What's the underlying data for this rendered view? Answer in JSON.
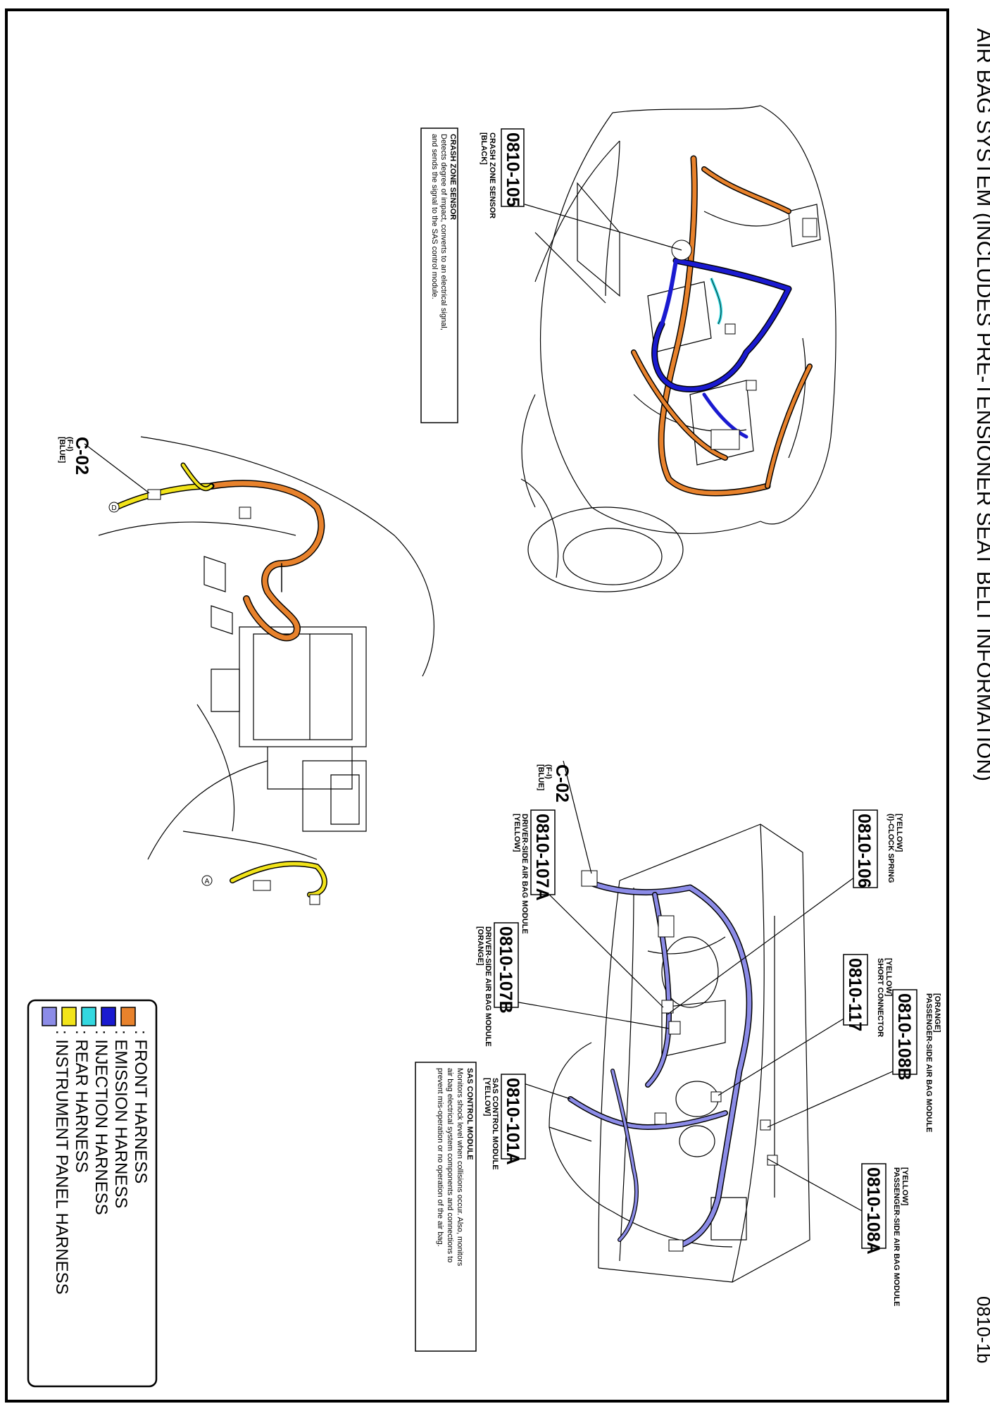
{
  "page": {
    "title": "AIR BAG SYSTEM (INCLUDES PRE-TENSIONER SEAT BELT INFORMATION)",
    "page_number": "0810-1b"
  },
  "colors": {
    "front_harness": "#e8822c",
    "emission_harness": "#1a1ad0",
    "injection_harness": "#33d8e0",
    "rear_harness": "#f2e41a",
    "instrument_panel_harness": "#8c8ce8",
    "line": "#000000"
  },
  "legend": [
    {
      "label": ": FRONT HARNESS",
      "color": "#e8822c"
    },
    {
      "label": ": EMISSION HARNESS",
      "color": "#1a1ad0"
    },
    {
      "label": ": INJECTION HARNESS",
      "color": "#33d8e0"
    },
    {
      "label": ": REAR HARNESS",
      "color": "#f2e41a"
    },
    {
      "label": ": INSTRUMENT PANEL HARNESS",
      "color": "#8c8ce8"
    }
  ],
  "callouts": {
    "c105": {
      "code": "0810-105",
      "name": "CRASH ZONE SENSOR",
      "color": "[BLACK]"
    },
    "c02a": {
      "code": "C-02",
      "sub": "(F-I)",
      "color": "[BLUE]"
    },
    "c02b": {
      "code": "C-02",
      "sub": "(F-I)",
      "color": "[BLUE]"
    },
    "c106": {
      "code": "0810-106",
      "name": "(I)-CLOCK SPRING",
      "color": "[YELLOW]"
    },
    "c107a": {
      "code": "0810-107A",
      "name": "DRIVER-SIDE AIR BAG MODULE",
      "color": "[YELLOW]"
    },
    "c107b": {
      "code": "0810-107B",
      "name": "DRIVER-SIDE AIR BAG MODULE",
      "color": "[ORANGE]"
    },
    "c117": {
      "code": "0810-117",
      "name": "SHORT CONNECTOR",
      "color": "[YELLOW]"
    },
    "c108b": {
      "code": "0810-108B",
      "name": "PASSENGER-SIDE AIR BAG MODULE",
      "color": "[ORANGE]"
    },
    "c101a": {
      "code": "0810-101A",
      "name": "SAS CONTROL MODULE",
      "color": "[YELLOW]"
    },
    "c108a": {
      "code": "0810-108A",
      "name": "PASSENGER-SIDE AIR BAG MODULE",
      "color": "[YELLOW]"
    }
  },
  "connector_marks": {
    "a": "A",
    "d": "D"
  },
  "info_boxes": {
    "crash_zone": {
      "heading": "CRASH ZONE SENSOR",
      "line1": "Detects degree of impact, converts to an electrical signal,",
      "line2": "and sends the signal to the SAS control module."
    },
    "sas": {
      "heading": "SAS CONTROL MODULE",
      "line1": "Monitors shock level when collisions occur. Also, monitors",
      "line2": "air bag electrical system components and connections to",
      "line3": "prevent mis-operation or no operation of the air bag."
    }
  }
}
